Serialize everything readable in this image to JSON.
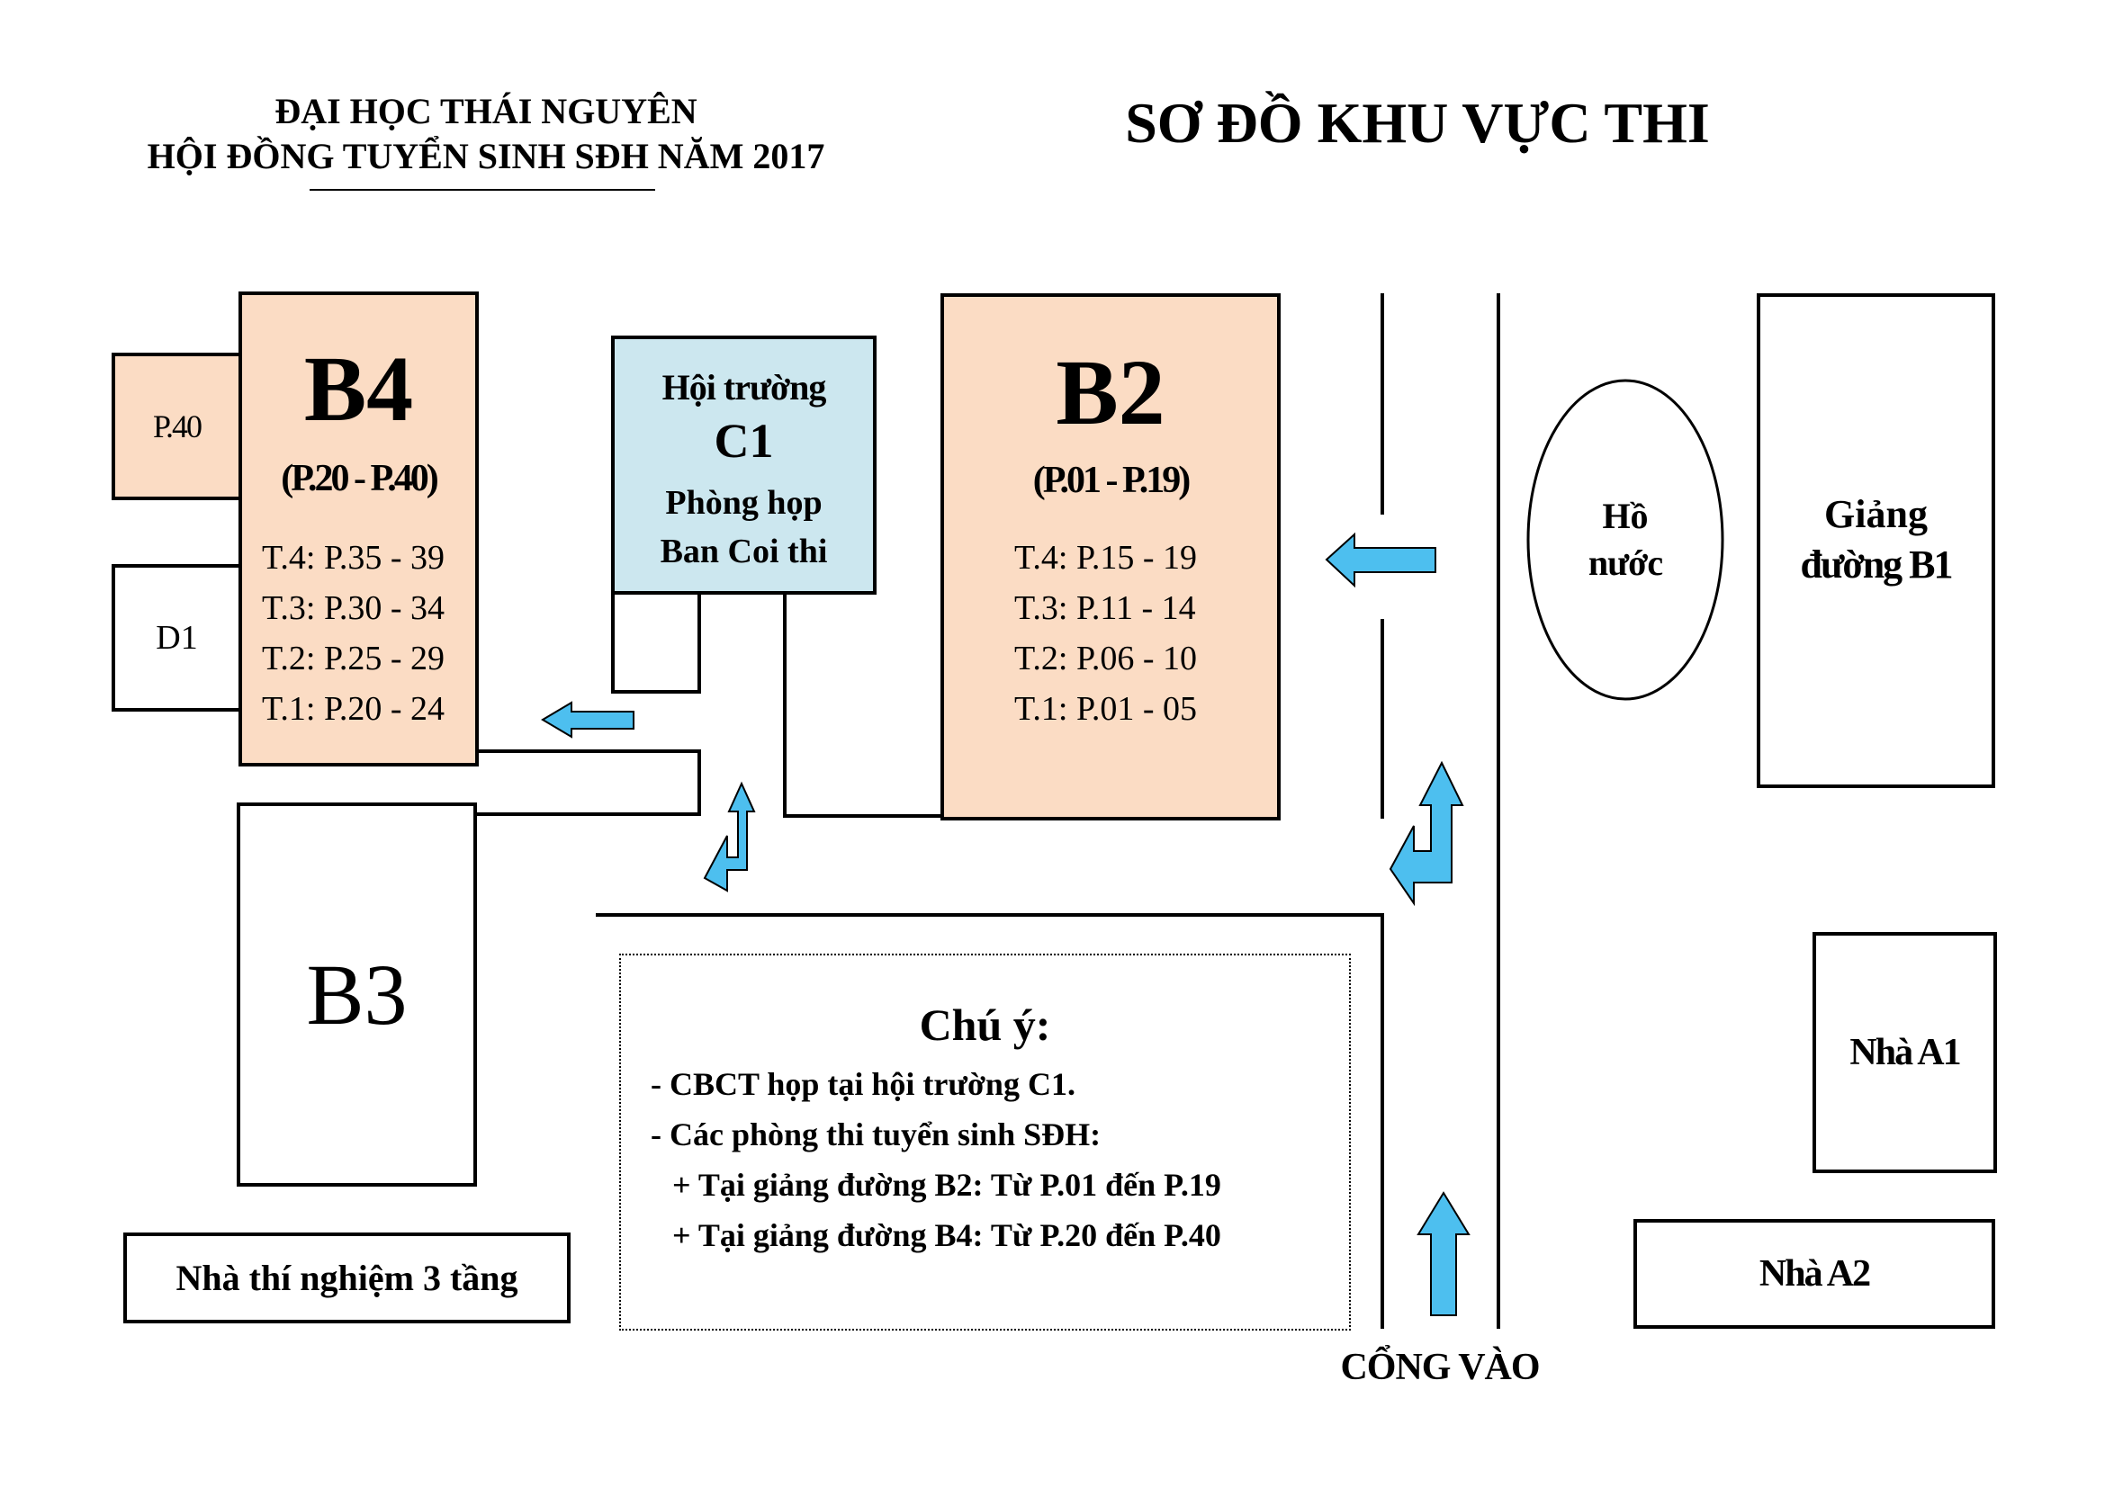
{
  "header": {
    "org_line1": "ĐẠI HỌC THÁI NGUYÊN",
    "org_line2": "HỘI ĐỒNG TUYỂN SINH SĐH NĂM 2017",
    "title": "SƠ ĐỒ KHU VỰC THI"
  },
  "buildings": {
    "b4": {
      "name": "B4",
      "range": "(P.20 - P.40)",
      "floors": [
        "T.4: P.35 - 39",
        "T.3: P.30 - 34",
        "T.2: P.25 - 29",
        "T.1: P.20 - 24"
      ]
    },
    "p40": "P.40",
    "d1": "D1",
    "c1": {
      "line1": "Hội trường",
      "line2": "C1",
      "line3": "Phòng họp",
      "line4": "Ban Coi thi"
    },
    "b2": {
      "name": "B2",
      "range": "(P.01 - P.19)",
      "floors": [
        "T.4: P.15 - 19",
        "T.3: P.11 - 14",
        "T.2: P.06 - 10",
        "T.1: P.01 - 05"
      ]
    },
    "lake": {
      "line1": "Hồ",
      "line2": "nước"
    },
    "b1": {
      "line1": "Giảng",
      "line2": "đường B1"
    },
    "b3": "B3",
    "a1": "Nhà A1",
    "a2": "Nhà A2",
    "lab": "Nhà thí nghiệm 3 tầng",
    "gate": "CỔNG VÀO"
  },
  "note": {
    "title": "Chú ý:",
    "lines": [
      "- CBCT họp tại hội trường C1.",
      "- Các phòng thi tuyển sinh SĐH:",
      "+ Tại giảng đường B2: Từ P.01 đến P.19",
      "+ Tại giảng đường B4: Từ P.20 đến P.40"
    ]
  },
  "colors": {
    "building_fill": "#fbdcc4",
    "hall_fill": "#cce7ef",
    "arrow_fill": "#4dbfef"
  }
}
